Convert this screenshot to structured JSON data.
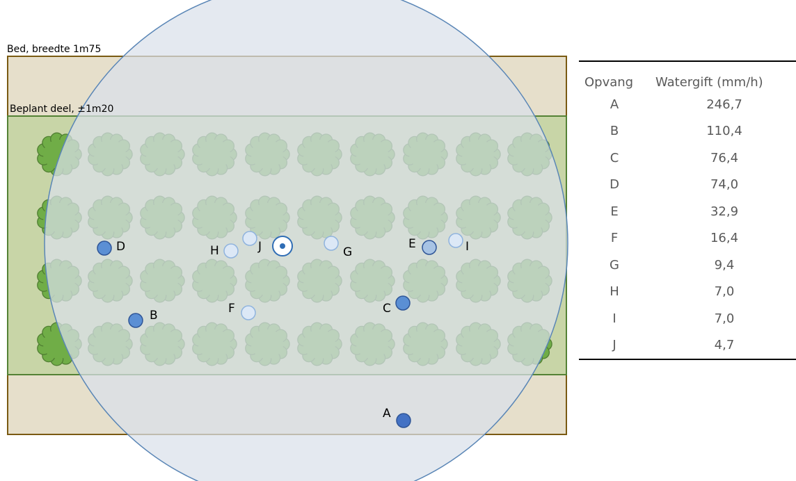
{
  "bed_label": "Bed, breedte 1m75",
  "planted_label": "Beplant deel, ±1m20",
  "colors": {
    "bed_fill": "#e6dfcb",
    "bed_border": "#7a5a12",
    "planted_fill": "#c8d5a7",
    "planted_border": "#548235",
    "spray_fill": "#d9e0ea",
    "spray_border": "#5a86b6",
    "plant_fill": "#70ad47",
    "plant_outline": "#507e32"
  },
  "points": [
    {
      "id": "A",
      "label": "A",
      "color": "#4472c4"
    },
    {
      "id": "B",
      "label": "B",
      "color": "#5b8fd4"
    },
    {
      "id": "C",
      "label": "C",
      "color": "#5b8fd4"
    },
    {
      "id": "D",
      "label": "D",
      "color": "#5b8fd4"
    },
    {
      "id": "E",
      "label": "E",
      "color": "#a7c3e4"
    },
    {
      "id": "F",
      "label": "F",
      "color": "#dce8f6"
    },
    {
      "id": "G",
      "label": "G",
      "color": "#dce8f6"
    },
    {
      "id": "H",
      "label": "H",
      "color": "#dce8f6"
    },
    {
      "id": "I",
      "label": "I",
      "color": "#dce8f6"
    },
    {
      "id": "J",
      "label": "J",
      "color": "#dce8f6"
    }
  ],
  "sprinkler_icon": "sprinkler-head-icon",
  "table": {
    "headers": [
      "Opvang",
      "Watergift (mm/h)"
    ],
    "rows": [
      [
        "A",
        "246,7"
      ],
      [
        "B",
        "110,4"
      ],
      [
        "C",
        "76,4"
      ],
      [
        "D",
        "74,0"
      ],
      [
        "E",
        "32,9"
      ],
      [
        "F",
        "16,4"
      ],
      [
        "G",
        "9,4"
      ],
      [
        "H",
        "7,0"
      ],
      [
        "I",
        "7,0"
      ],
      [
        "J",
        "4,7"
      ]
    ]
  }
}
